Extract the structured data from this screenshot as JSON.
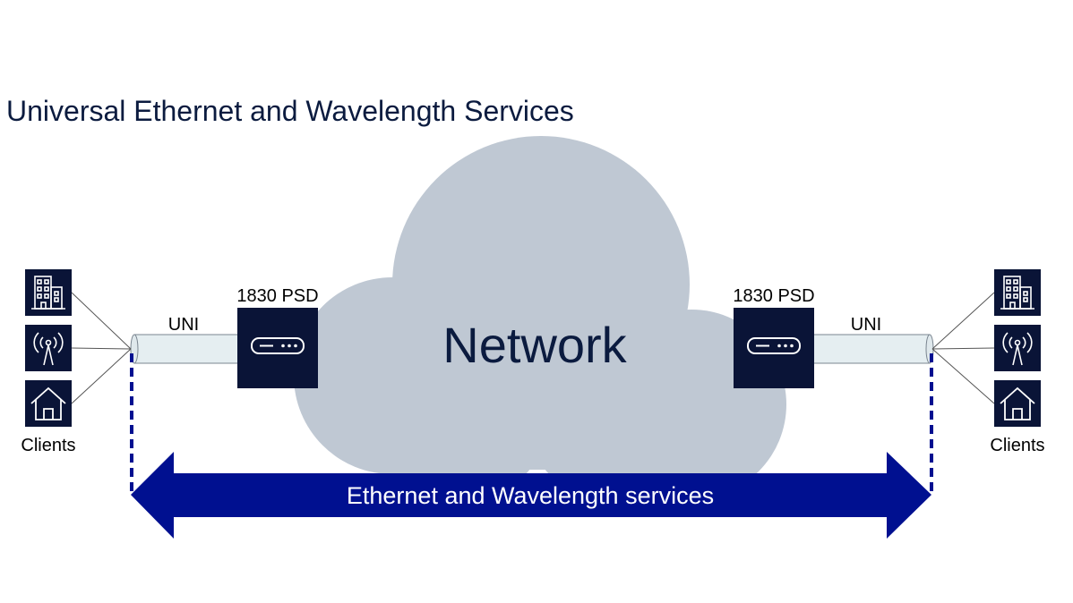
{
  "title": "Universal Ethernet and Wavelength Services",
  "cloud_label": "Network",
  "device_label": "1830 PSD",
  "uni_label": "UNI",
  "clients_label": "Clients",
  "arrow_label": "Ethernet and Wavelength services",
  "client_icons": [
    "building-icon",
    "antenna-icon",
    "home-icon"
  ],
  "colors": {
    "navy": "#0a1437",
    "arrow": "#001090",
    "cloud": "#bfc8d3",
    "pipe": "#e5eef1",
    "text": "#0b1b3f"
  }
}
